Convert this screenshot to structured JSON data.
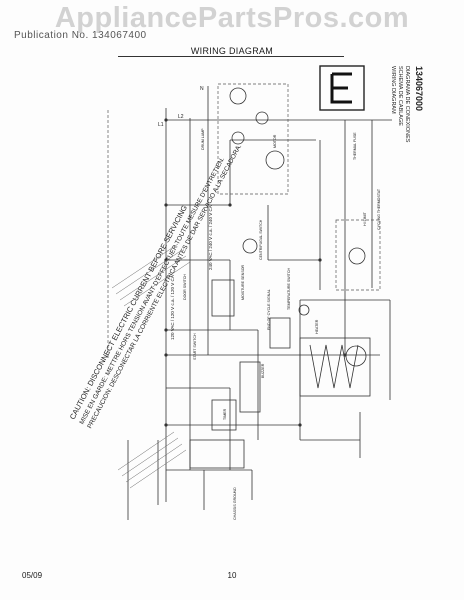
{
  "watermark": "AppliancePartsPros.com",
  "header": {
    "model": "Publication No. 134067400",
    "title": "WIRING DIAGRAM"
  },
  "footer": {
    "date": "05/09",
    "page": "10"
  },
  "diagram": {
    "corner_letter": "E",
    "side_title": [
      "WIRING DIAGRAM",
      "SCHEMA DE CABLAGE",
      "DIAGRAMA DE CONEXIONES"
    ],
    "part_number": "134067000",
    "caution": [
      "CAUTION: DISCONNECT ELECTRIC CURRENT BEFORE SERVICING",
      "MISE EN GARDE: METTRE HORS TENSION AVANT D'EFFECTUER TOUTE MESURE D'ENTRETIEN.",
      "PRECAUCION: DESCONECTAR LA CORRIENTE ELECTRICA ANTES DE DAR SERVICIO A LA SECADORA."
    ],
    "voltage_labels": [
      "120 VAC / 120 V c.a. / 120 V CA",
      "240 VAC / 240 V c.a. / 240 V CA"
    ],
    "line_labels": [
      "L1",
      "L2",
      "N"
    ],
    "component_labels": [
      "HEATER",
      "MOTOR",
      "TIMER",
      "DOOR SWITCH",
      "START SWITCH",
      "DRUM LAMP",
      "THERMAL FUSE",
      "HI LIMIT",
      "CYCLING THERMOSTAT",
      "BUZZER",
      "END OF CYCLE SIGNAL",
      "MOISTURE SENSOR",
      "CENTRIFUGAL SWITCH",
      "TEMPERATURE SWITCH",
      "CHASSIS GROUND"
    ]
  }
}
